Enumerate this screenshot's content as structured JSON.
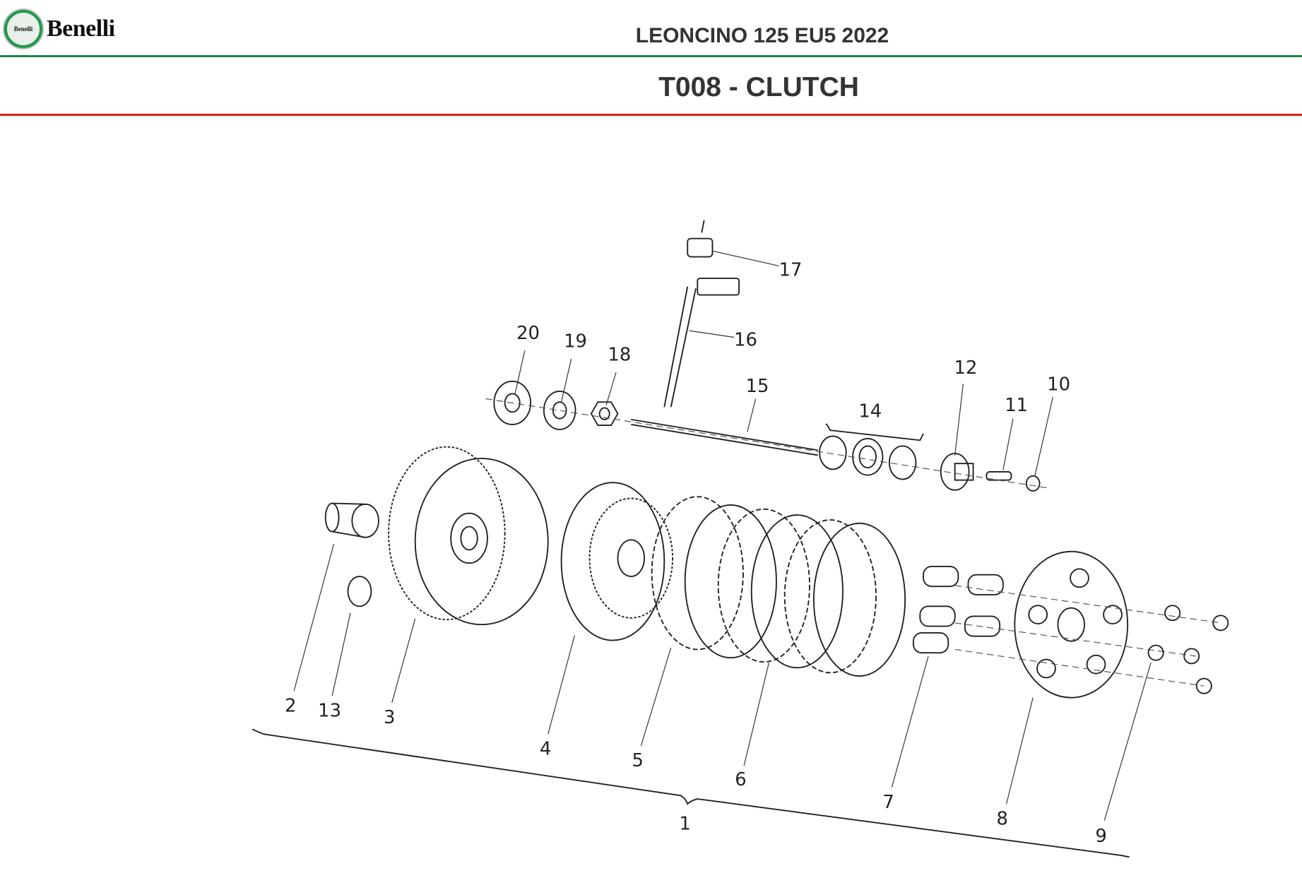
{
  "header": {
    "brand": "Benelli",
    "model": "LEONCINO 125 EU5 2022"
  },
  "section": {
    "title": "T008 - CLUTCH"
  },
  "callouts": [
    "1",
    "2",
    "3",
    "4",
    "5",
    "6",
    "7",
    "8",
    "9",
    "10",
    "11",
    "12",
    "13",
    "14",
    "15",
    "16",
    "17",
    "18",
    "19",
    "20"
  ],
  "colors": {
    "green_rule": "#1a8a4c",
    "red_rule": "#e01b1b"
  }
}
